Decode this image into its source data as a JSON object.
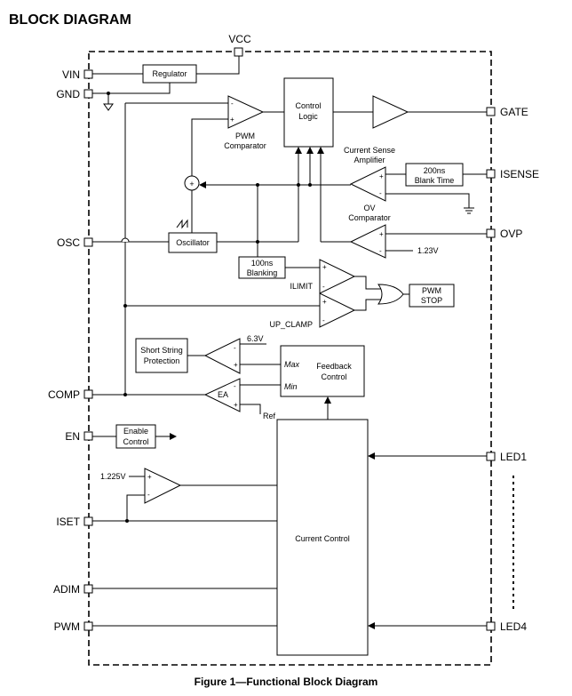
{
  "title": "BLOCK DIAGRAM",
  "caption": "Figure 1—Functional Block Diagram",
  "pins": {
    "vcc": "VCC",
    "vin": "VIN",
    "gnd": "GND",
    "osc": "OSC",
    "comp": "COMP",
    "en": "EN",
    "iset": "ISET",
    "adim": "ADIM",
    "pwm": "PWM",
    "gate": "GATE",
    "isense": "ISENSE",
    "ovp": "OVP",
    "led1": "LED1",
    "led4": "LED4"
  },
  "blocks": {
    "regulator": "Regulator",
    "control_logic": [
      "Control",
      "Logic"
    ],
    "pwm_comparator": [
      "PWM",
      "Comparator"
    ],
    "current_sense_amp": [
      "Current Sense",
      "Amplifier"
    ],
    "blank_time": [
      "200ns",
      "Blank Time"
    ],
    "ov_comparator": [
      "OV",
      "Comparator"
    ],
    "oscillator": "Oscillator",
    "blanking": [
      "100ns",
      "Blanking"
    ],
    "pwm_stop": [
      "PWM",
      "STOP"
    ],
    "short_string": [
      "Short String",
      "Protection"
    ],
    "feedback_control": [
      "Feedback",
      "Control"
    ],
    "ea": "EA",
    "enable_control": [
      "Enable",
      "Control"
    ],
    "current_control": "Current Control"
  },
  "labels": {
    "v123": "1.23V",
    "ilimit": "ILIMIT",
    "up_clamp": "UP_CLAMP",
    "v63": "6.3V",
    "max": "Max",
    "min": "Min",
    "ref": "Ref",
    "v1225": "1.225V",
    "plus": "+",
    "minus": "-"
  }
}
